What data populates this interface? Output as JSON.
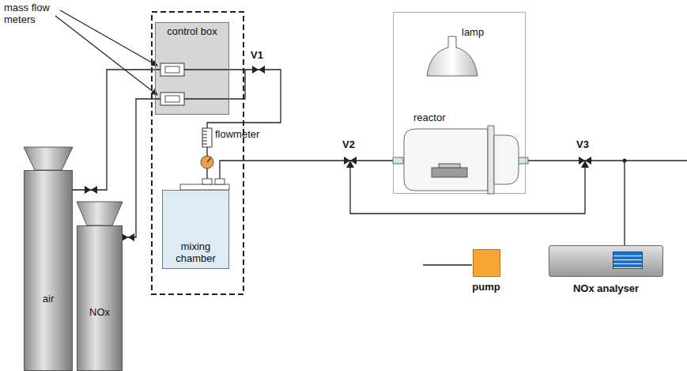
{
  "diagram": {
    "nodes": [
      {
        "text": [
          "air"
        ]
      },
      {
        "text": [
          "NOx"
        ]
      },
      {
        "text": [
          "control box"
        ]
      },
      {
        "text": [
          "mixing chamber"
        ]
      },
      {
        "text": [
          "lamp"
        ]
      },
      {
        "text": [
          "reactor"
        ],
        "in": 4
      },
      {
        "text": [
          "pump"
        ]
      },
      {
        "text": [
          "NOx analyser"
        ]
      }
    ],
    "edges": [
      {
        "from": 0,
        "to": 2,
        "arrow": "none"
      },
      {
        "from": 1,
        "to": 2,
        "arrow": "none"
      },
      {
        "from": 2,
        "to": 3,
        "arrow": "none"
      },
      {
        "from": 3,
        "to": 5,
        "arrow": "none"
      },
      {
        "from": 5,
        "to": 7,
        "arrow": "none"
      }
    ],
    "labels": [
      "mass flow meters",
      "V1",
      "flowmeter",
      "V2",
      "V3"
    ]
  }
}
